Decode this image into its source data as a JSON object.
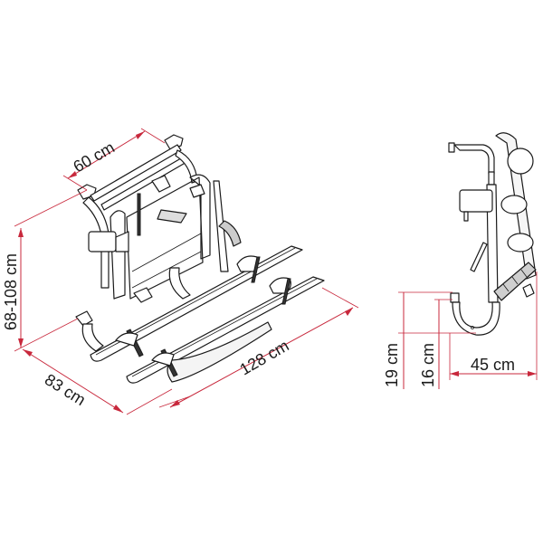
{
  "diagram": {
    "subject": "rear bike carrier with dimensions",
    "dimension_color": "#c8283c",
    "line_color": "#1a1a1a",
    "views": {
      "perspective": {
        "dimensions": {
          "width_top": "60 cm",
          "height": "68-108 cm",
          "depth": "83 cm",
          "length_rails": "128 cm"
        }
      },
      "side": {
        "dimensions": {
          "hook_height_outer": "19 cm",
          "hook_height_inner": "16 cm",
          "depth": "45 cm"
        }
      }
    }
  }
}
